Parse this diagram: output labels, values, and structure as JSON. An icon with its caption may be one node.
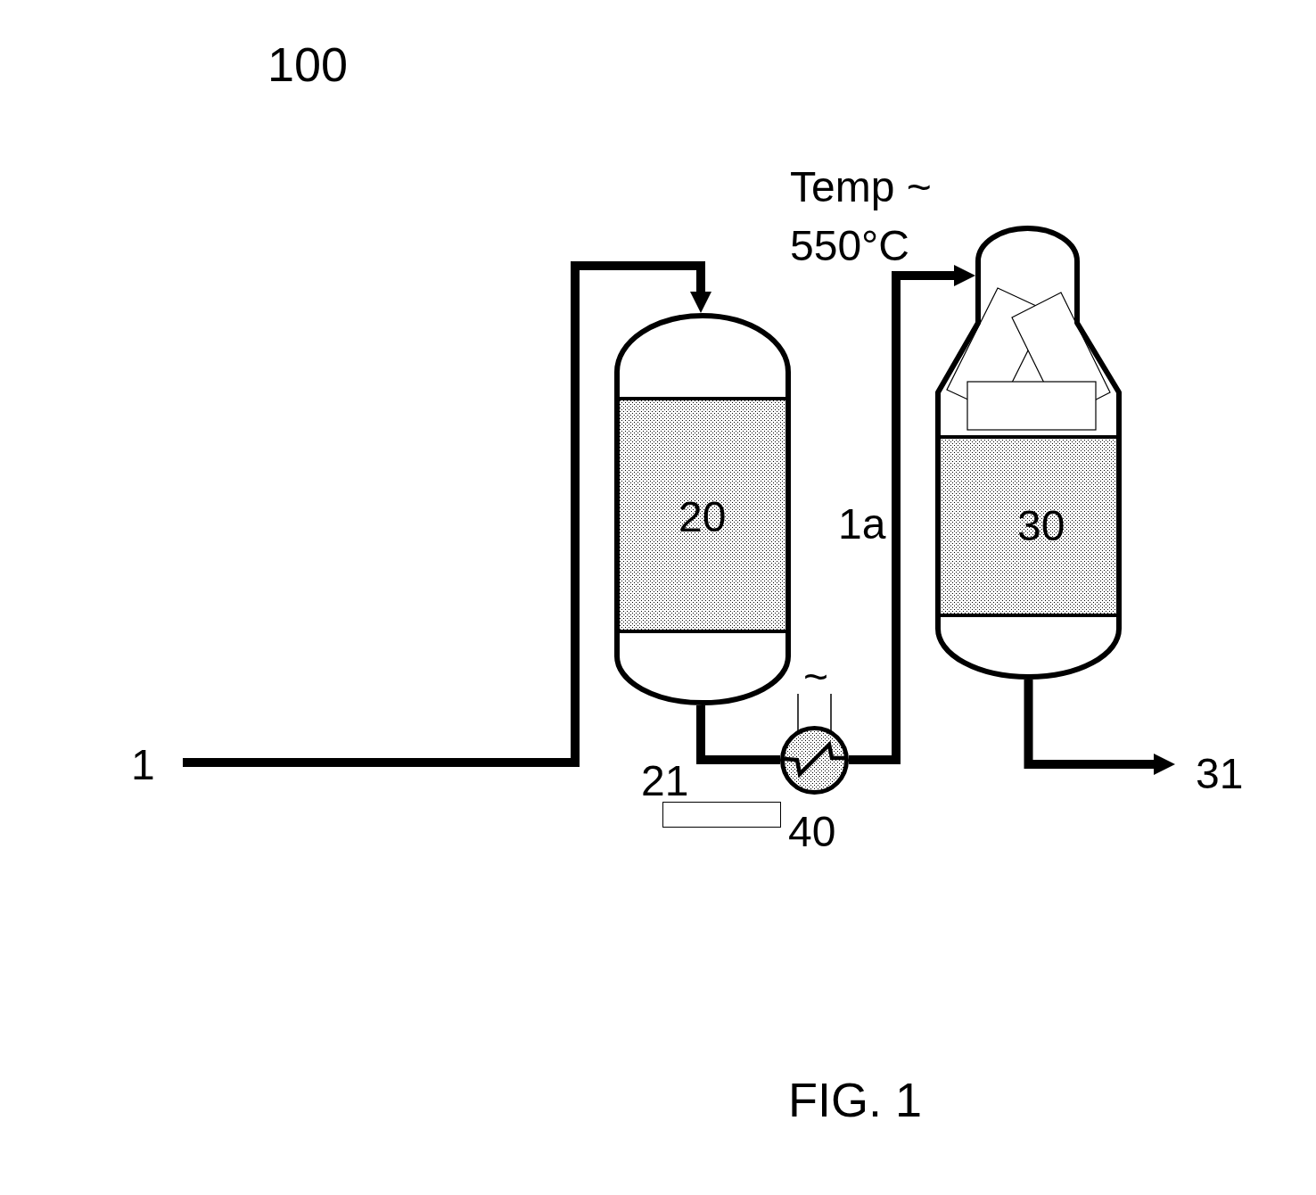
{
  "diagram": {
    "caption": "FIG. 1",
    "nodes": [
      {
        "text": [
          "1"
        ]
      },
      {
        "text": [
          "20"
        ]
      },
      {
        "text": [],
        "shape": "box"
      },
      {
        "text": [],
        "shape": "circle",
        "beside": [
          "40"
        ]
      },
      {
        "text": [
          "30"
        ]
      },
      {
        "text": [
          "31"
        ]
      }
    ],
    "edges": [
      {
        "from": 0,
        "to": 1,
        "arrow": "to"
      },
      {
        "from": 1,
        "to": 3,
        "arrow": "none"
      },
      {
        "from": 3,
        "to": 4,
        "arrow": "to"
      },
      {
        "from": 4,
        "to": 5,
        "arrow": "to"
      }
    ],
    "labels": [
      "100",
      "Temp ~ 550°C",
      "1a",
      "~",
      "21"
    ]
  }
}
